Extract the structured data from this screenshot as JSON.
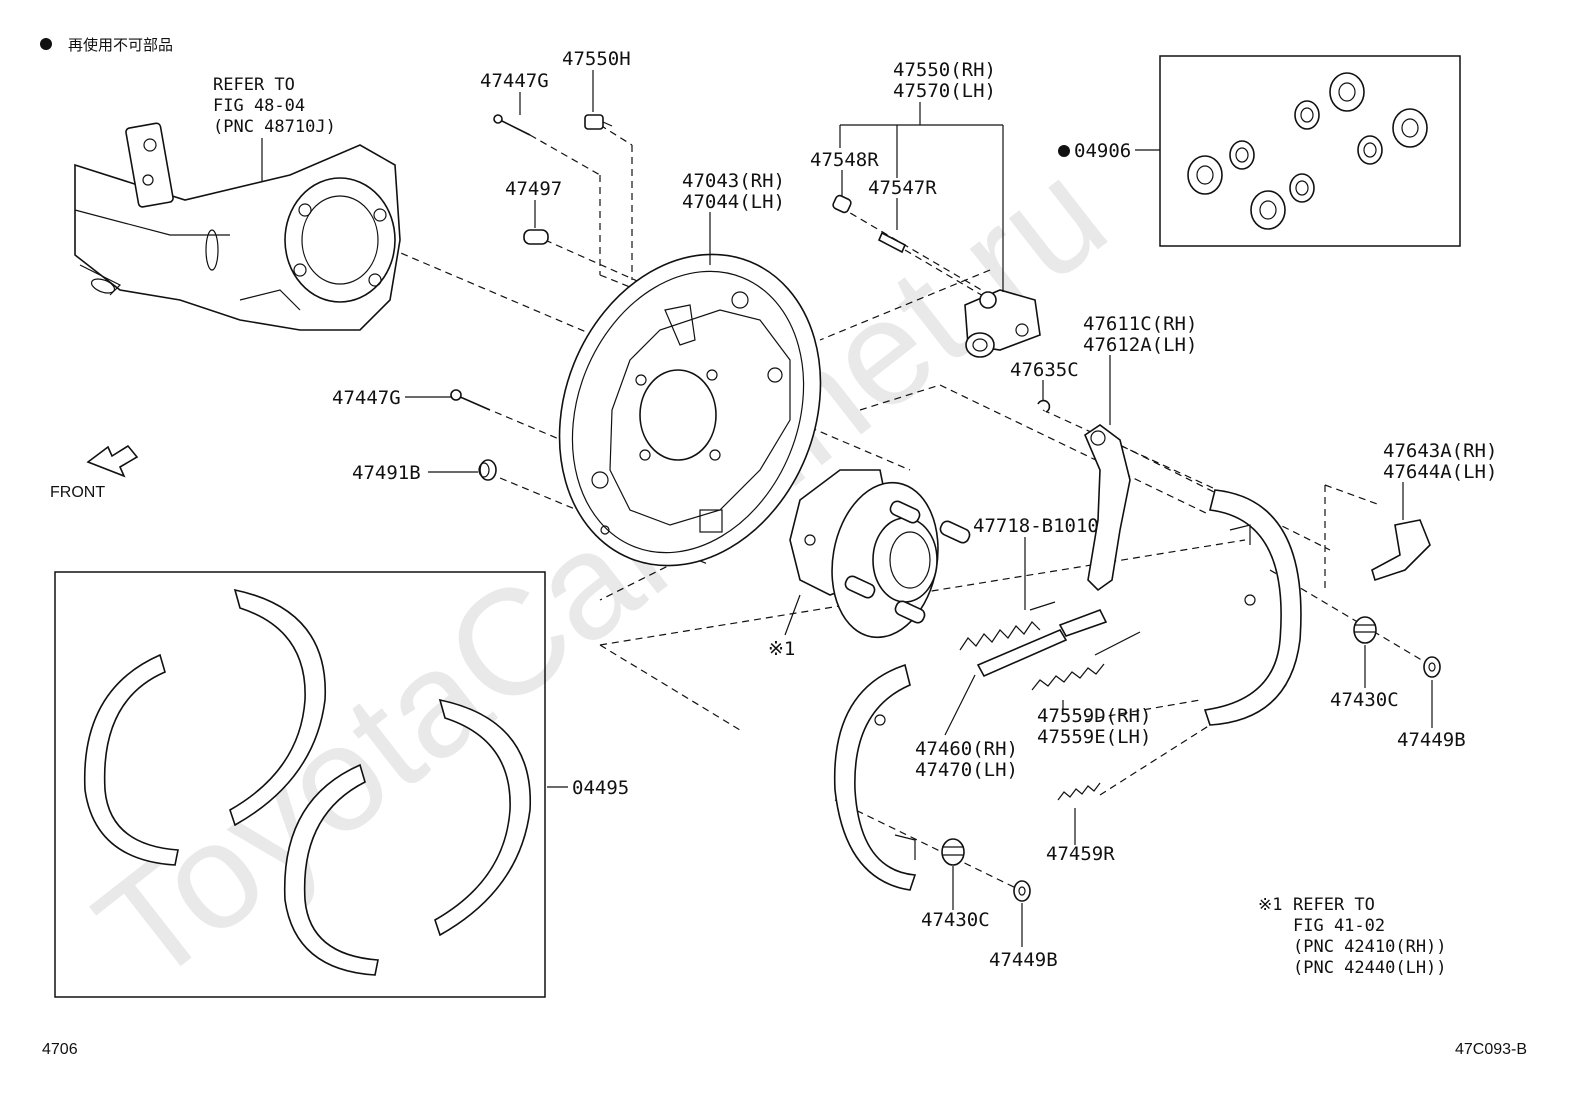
{
  "watermark": "ToyotaCarMinet.ru",
  "legend": {
    "symbol": "●",
    "text": "再使用不可部品"
  },
  "refer_top": {
    "line1": "REFER TO",
    "line2": "FIG 48-04",
    "line3": "(PNC 48710J)"
  },
  "front_label": "FRONT",
  "parts": {
    "p47447g_top": "47447G",
    "p47550h": "47550H",
    "p47497": "47497",
    "p47043": "47043(RH)",
    "p47044": "47044(LH)",
    "p47550": "47550(RH)",
    "p47570": "47570(LH)",
    "p47548r": "47548R",
    "p47547r": "47547R",
    "p04906": "04906",
    "p47611c": "47611C(RH)",
    "p47612a": "47612A(LH)",
    "p47635c": "47635C",
    "p47447g_mid": "47447G",
    "p47491b": "47491B",
    "p47643a": "47643A(RH)",
    "p47644a": "47644A(LH)",
    "p47718": "47718-B1010",
    "p_note1": "※1",
    "p47430c_right": "47430C",
    "p47449b_right": "47449B",
    "p47559d": "47559D(RH)",
    "p47559e": "47559E(LH)",
    "p47460": "47460(RH)",
    "p47470": "47470(LH)",
    "p04495": "04495",
    "p47459r": "47459R",
    "p47430c_bottom": "47430C",
    "p47449b_bottom": "47449B"
  },
  "refer_bottom": {
    "mark": "※1",
    "line1": "REFER TO",
    "line2": "FIG 41-02",
    "line3": "(PNC 42410(RH))",
    "line4": "(PNC 42440(LH))"
  },
  "footer": {
    "left": "4706",
    "right": "47C093-B"
  }
}
